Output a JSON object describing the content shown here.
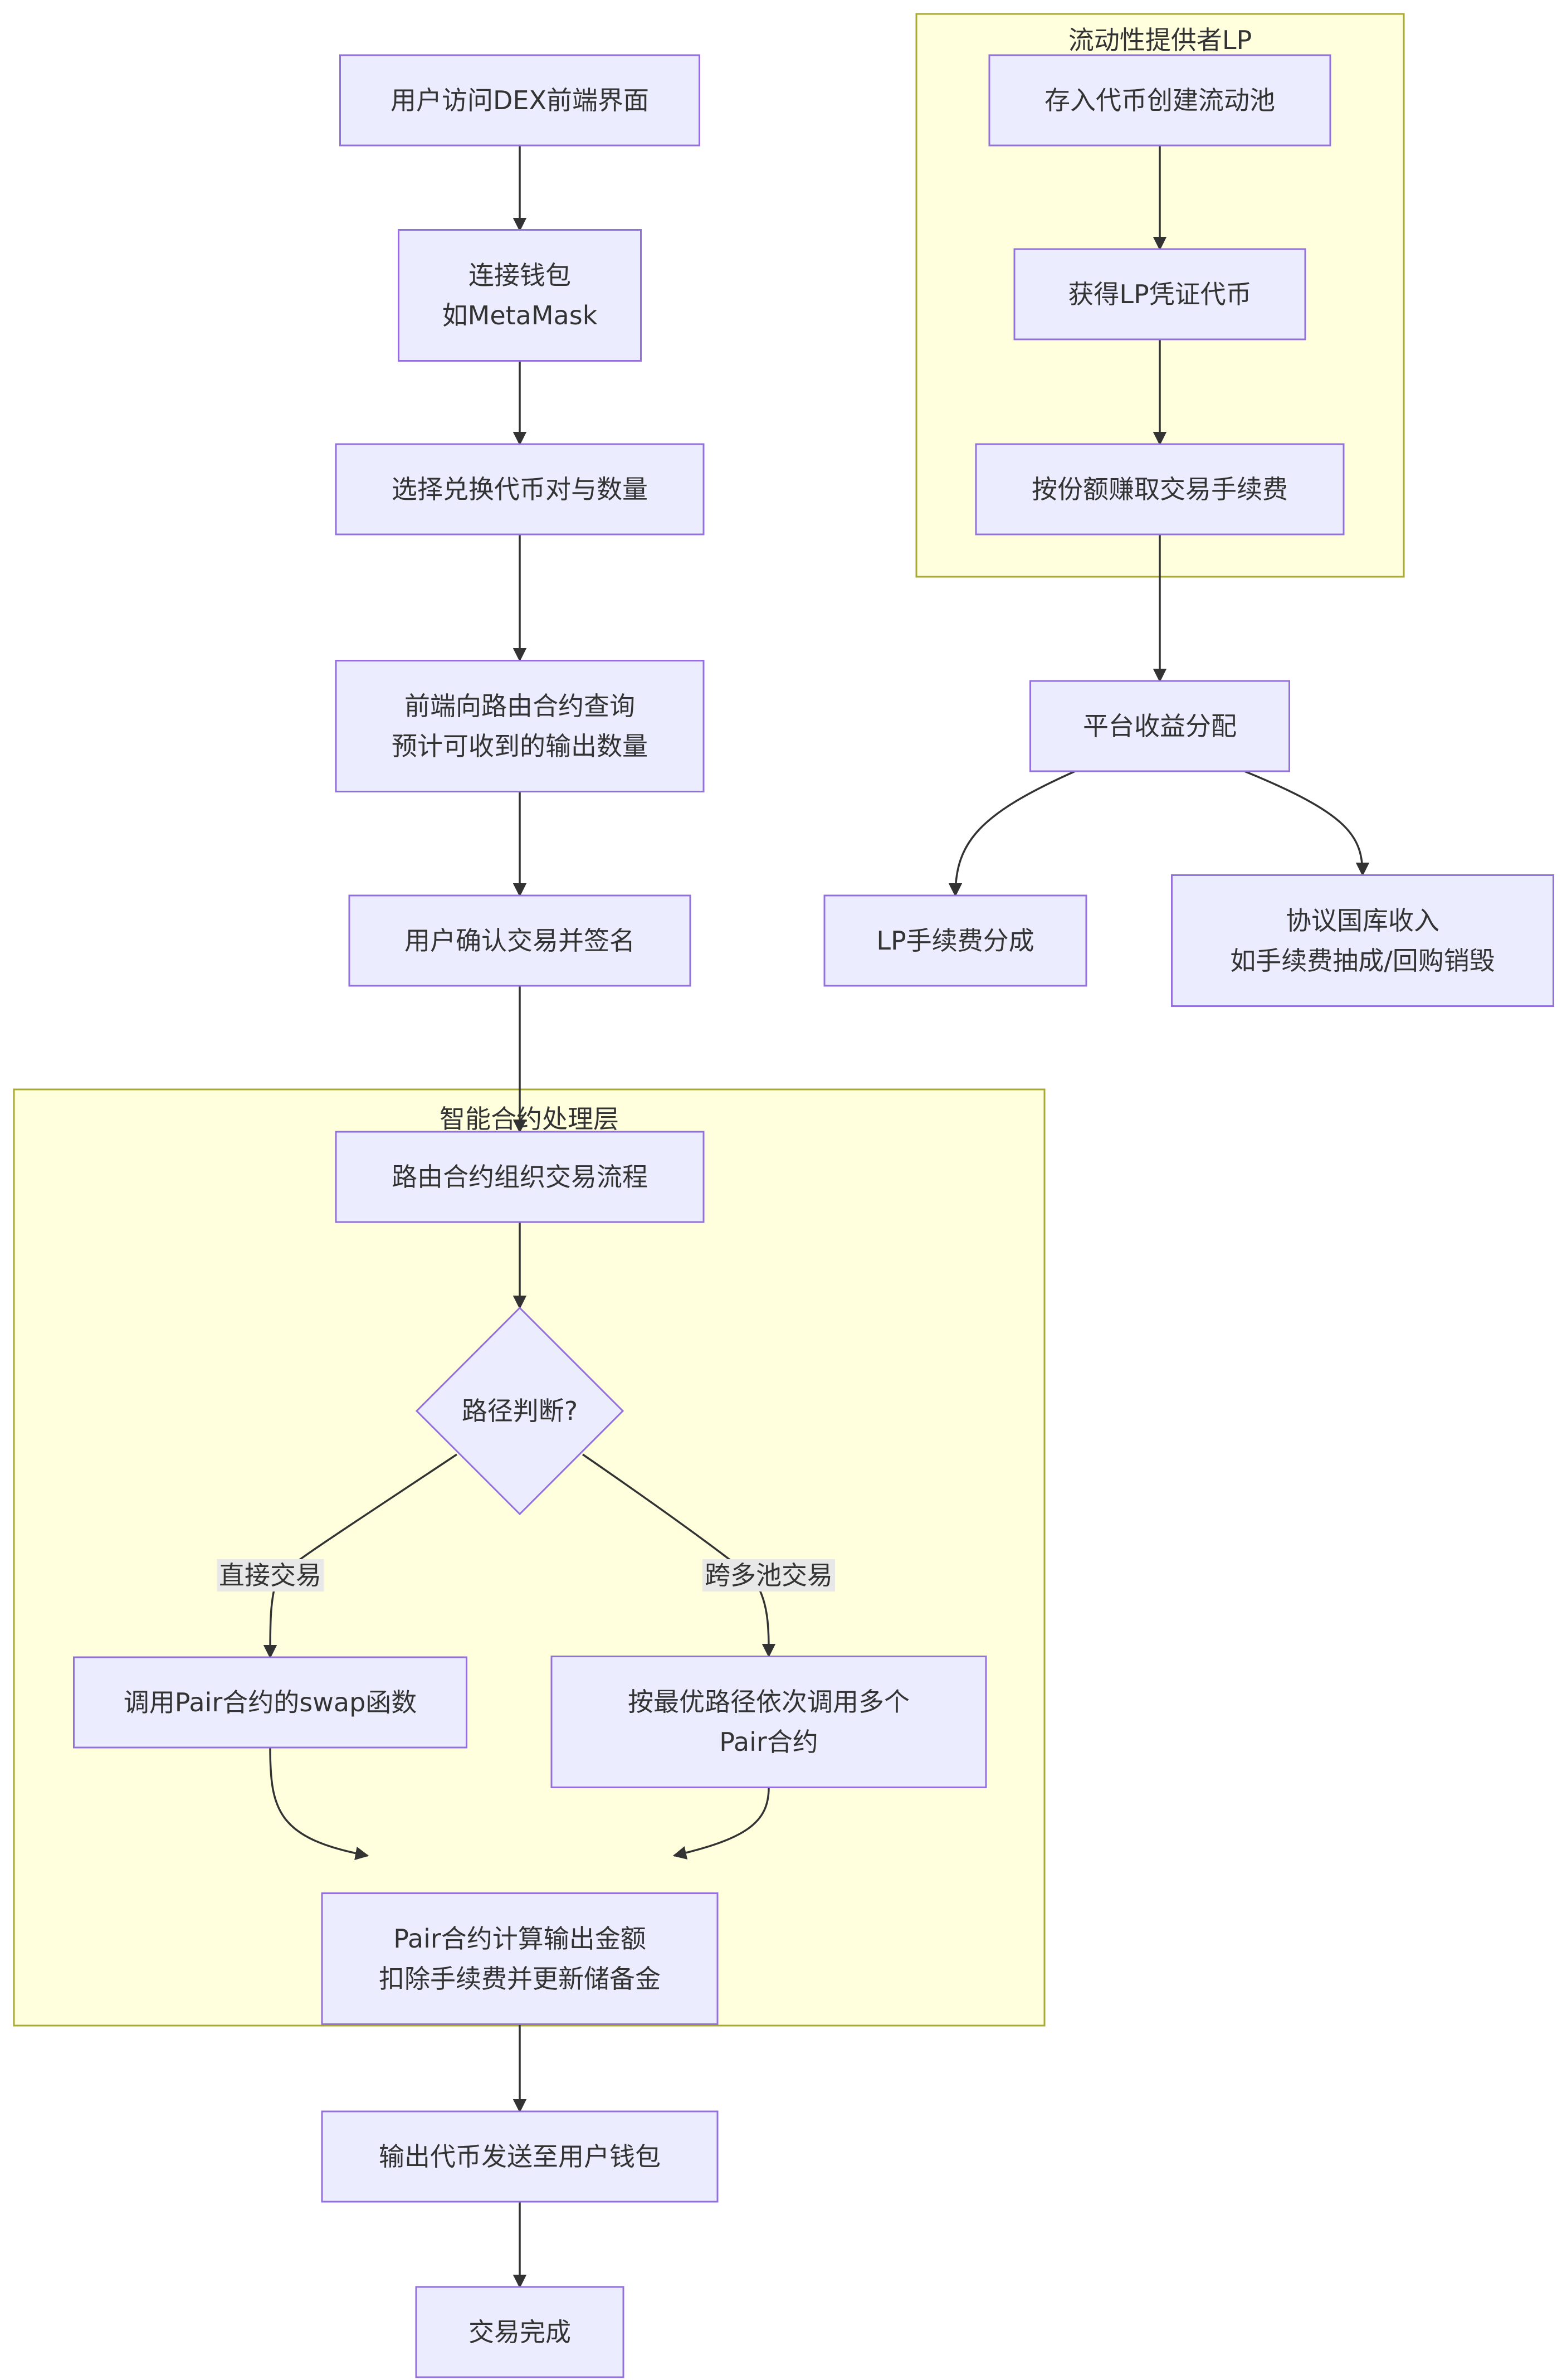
{
  "colors": {
    "node_fill": "#ECECFF",
    "node_stroke": "#9370DB",
    "subgraph_fill": "#FFFFDE",
    "subgraph_stroke": "#AAAA33",
    "edge": "#333333",
    "text": "#333333",
    "edge_label_bg": "#E8E8E8"
  },
  "subgraphs": [
    {
      "id": "sg_lp",
      "title": "流动性提供者LP"
    },
    {
      "id": "sg_contract",
      "title": "智能合约处理层"
    }
  ],
  "nodes": [
    {
      "id": "n1",
      "lines": [
        "用户访问DEX前端界面"
      ]
    },
    {
      "id": "n2",
      "lines": [
        "连接钱包",
        "如MetaMask"
      ]
    },
    {
      "id": "n3",
      "lines": [
        "选择兑换代币对与数量"
      ]
    },
    {
      "id": "n4",
      "lines": [
        "前端向路由合约查询",
        "预计可收到的输出数量"
      ]
    },
    {
      "id": "n5",
      "lines": [
        "用户确认交易并签名"
      ]
    },
    {
      "id": "n6",
      "lines": [
        "路由合约组织交易流程"
      ]
    },
    {
      "id": "n7",
      "lines": [
        "路径判断?"
      ]
    },
    {
      "id": "n8",
      "lines": [
        "调用Pair合约的swap函数"
      ]
    },
    {
      "id": "n9",
      "lines": [
        "按最优路径依次调用多个",
        "Pair合约"
      ]
    },
    {
      "id": "n10",
      "lines": [
        "Pair合约计算输出金额",
        "扣除手续费并更新储备金"
      ]
    },
    {
      "id": "n11",
      "lines": [
        "输出代币发送至用户钱包"
      ]
    },
    {
      "id": "n12",
      "lines": [
        "交易完成"
      ]
    },
    {
      "id": "lp1",
      "lines": [
        "存入代币创建流动池"
      ]
    },
    {
      "id": "lp2",
      "lines": [
        "获得LP凭证代币"
      ]
    },
    {
      "id": "lp3",
      "lines": [
        "按份额赚取交易手续费"
      ]
    },
    {
      "id": "p1",
      "lines": [
        "平台收益分配"
      ]
    },
    {
      "id": "p2",
      "lines": [
        "LP手续费分成"
      ]
    },
    {
      "id": "p3",
      "lines": [
        "协议国库收入",
        "如手续费抽成/回购销毁"
      ]
    }
  ],
  "edges": [
    {
      "id": "e1",
      "from": "n1",
      "to": "n2"
    },
    {
      "id": "e2",
      "from": "n2",
      "to": "n3"
    },
    {
      "id": "e3",
      "from": "n3",
      "to": "n4"
    },
    {
      "id": "e4",
      "from": "n4",
      "to": "n5"
    },
    {
      "id": "e5",
      "from": "n5",
      "to": "n6"
    },
    {
      "id": "e6",
      "from": "n6",
      "to": "n7"
    },
    {
      "id": "e7",
      "from": "n7",
      "to": "n8",
      "label": "直接交易"
    },
    {
      "id": "e8",
      "from": "n7",
      "to": "n9",
      "label": "跨多池交易"
    },
    {
      "id": "e9",
      "from": "n8",
      "to": "n10"
    },
    {
      "id": "e10",
      "from": "n9",
      "to": "n10"
    },
    {
      "id": "e11",
      "from": "n10",
      "to": "n11"
    },
    {
      "id": "e12",
      "from": "n11",
      "to": "n12"
    },
    {
      "id": "e13",
      "from": "lp1",
      "to": "lp2"
    },
    {
      "id": "e14",
      "from": "lp2",
      "to": "lp3"
    },
    {
      "id": "e15",
      "from": "lp3",
      "to": "p1"
    },
    {
      "id": "e16",
      "from": "p1",
      "to": "p2"
    },
    {
      "id": "e17",
      "from": "p1",
      "to": "p3"
    }
  ]
}
